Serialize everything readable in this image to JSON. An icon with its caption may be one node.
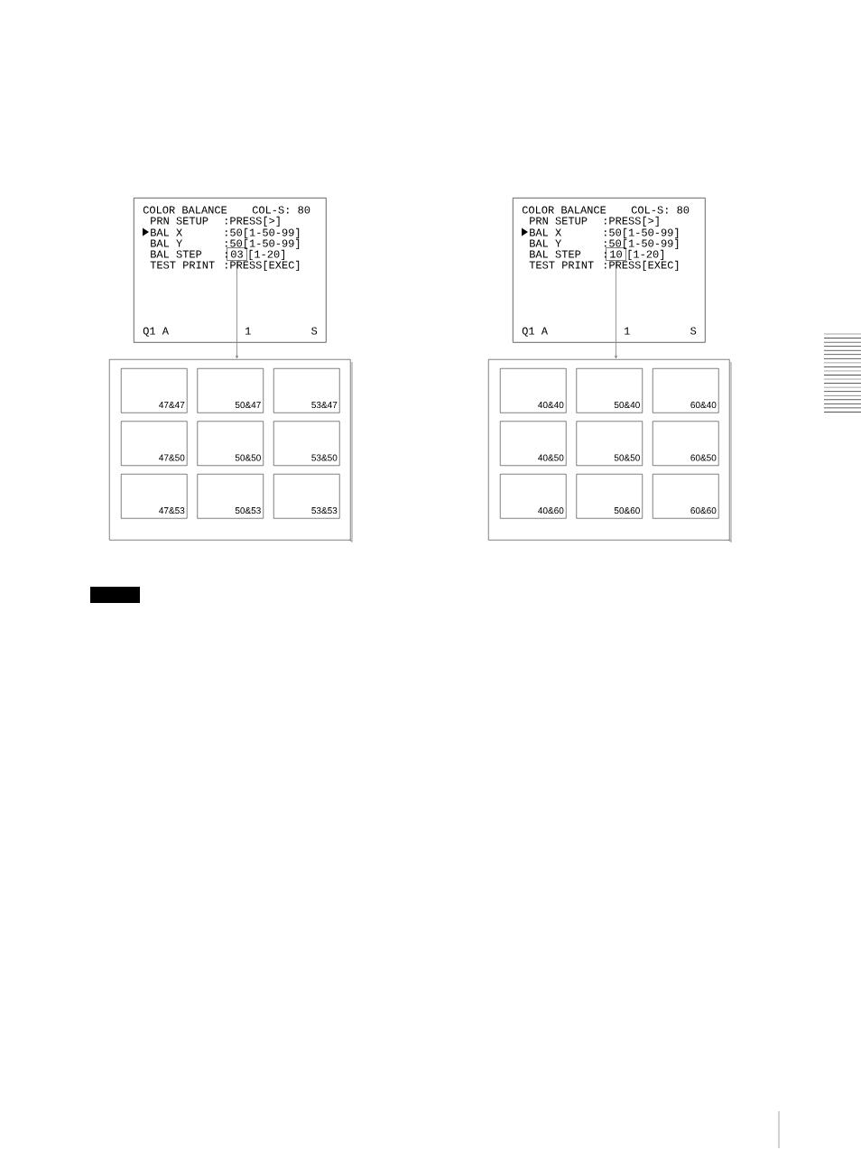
{
  "diagram": {
    "nodes": [
      {
        "text": [
          "COLOR BALANCE",
          "COL-S: 80",
          "PRN SETUP",
          ":PRESS[>]",
          "BAL X",
          ":50[1-50-99]",
          "BAL Y",
          ":50[1-50-99]",
          "BAL STEP",
          ":",
          "[1-20]",
          "TEST PRINT",
          ":PRESS[EXEC]",
          "Q1 A",
          "1",
          "S"
        ]
      },
      {
        "text": [
          "03"
        ],
        "in": 0
      },
      {
        "text": [],
        "shape": "box"
      },
      {
        "text": [
          "47&47"
        ],
        "in": 2
      },
      {
        "text": [
          "50&47"
        ],
        "in": 2
      },
      {
        "text": [
          "53&47"
        ],
        "in": 2
      },
      {
        "text": [
          "47&50"
        ],
        "in": 2
      },
      {
        "text": [
          "50&50"
        ],
        "in": 2
      },
      {
        "text": [
          "53&50"
        ],
        "in": 2
      },
      {
        "text": [
          "47&53"
        ],
        "in": 2
      },
      {
        "text": [
          "50&53"
        ],
        "in": 2
      },
      {
        "text": [
          "53&53"
        ],
        "in": 2
      },
      {
        "text": [
          "COLOR BALANCE",
          "COL-S: 80",
          "PRN SETUP",
          ":PRESS[>]",
          "BAL X",
          ":50[1-50-99]",
          "BAL Y",
          ":50[1-50-99]",
          "BAL STEP",
          ":",
          "[1-20]",
          "TEST PRINT",
          ":PRESS[EXEC]",
          "Q1 A",
          "1",
          "S"
        ]
      },
      {
        "text": [
          "10"
        ],
        "in": 12
      },
      {
        "text": [],
        "shape": "box"
      },
      {
        "text": [
          "40&40"
        ],
        "in": 14
      },
      {
        "text": [
          "50&40"
        ],
        "in": 14
      },
      {
        "text": [
          "60&40"
        ],
        "in": 14
      },
      {
        "text": [
          "40&50"
        ],
        "in": 14
      },
      {
        "text": [
          "50&50"
        ],
        "in": 14
      },
      {
        "text": [
          "60&50"
        ],
        "in": 14
      },
      {
        "text": [
          "40&60"
        ],
        "in": 14
      },
      {
        "text": [
          "50&60"
        ],
        "in": 14
      },
      {
        "text": [
          "60&60"
        ],
        "in": 14
      }
    ],
    "edges": [
      {
        "from": 1,
        "to": 2,
        "arrow": "to"
      },
      {
        "from": 13,
        "to": 14,
        "arrow": "to"
      }
    ]
  }
}
